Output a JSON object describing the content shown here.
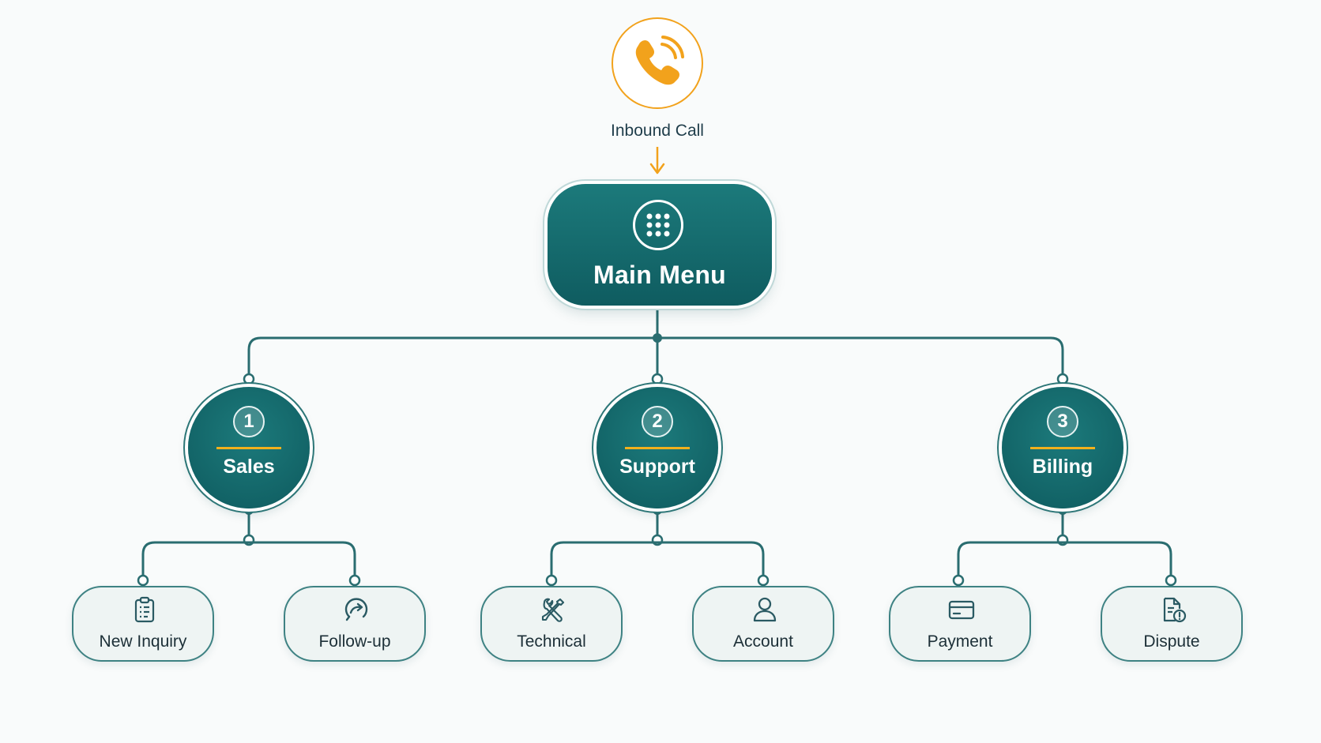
{
  "colors": {
    "accent": "#f2a21c",
    "teal_dark": "#0f5c60",
    "teal": "#1c7a7b",
    "line": "#2a6d70",
    "leaf_fill": "#eef4f3",
    "text_dark": "#1f3d4a"
  },
  "start": {
    "label": "Inbound Call",
    "icon": "phone-ringing-icon"
  },
  "main_menu": {
    "label": "Main Menu",
    "icon": "keypad-icon"
  },
  "options": [
    {
      "number": "1",
      "label": "Sales",
      "children": [
        {
          "label": "New Inquiry",
          "icon": "clipboard-icon"
        },
        {
          "label": "Follow-up",
          "icon": "follow-up-arrow-icon"
        }
      ]
    },
    {
      "number": "2",
      "label": "Support",
      "children": [
        {
          "label": "Technical",
          "icon": "tools-icon"
        },
        {
          "label": "Account",
          "icon": "user-icon"
        }
      ]
    },
    {
      "number": "3",
      "label": "Billing",
      "children": [
        {
          "label": "Payment",
          "icon": "credit-card-icon"
        },
        {
          "label": "Dispute",
          "icon": "document-alert-icon"
        }
      ]
    }
  ]
}
